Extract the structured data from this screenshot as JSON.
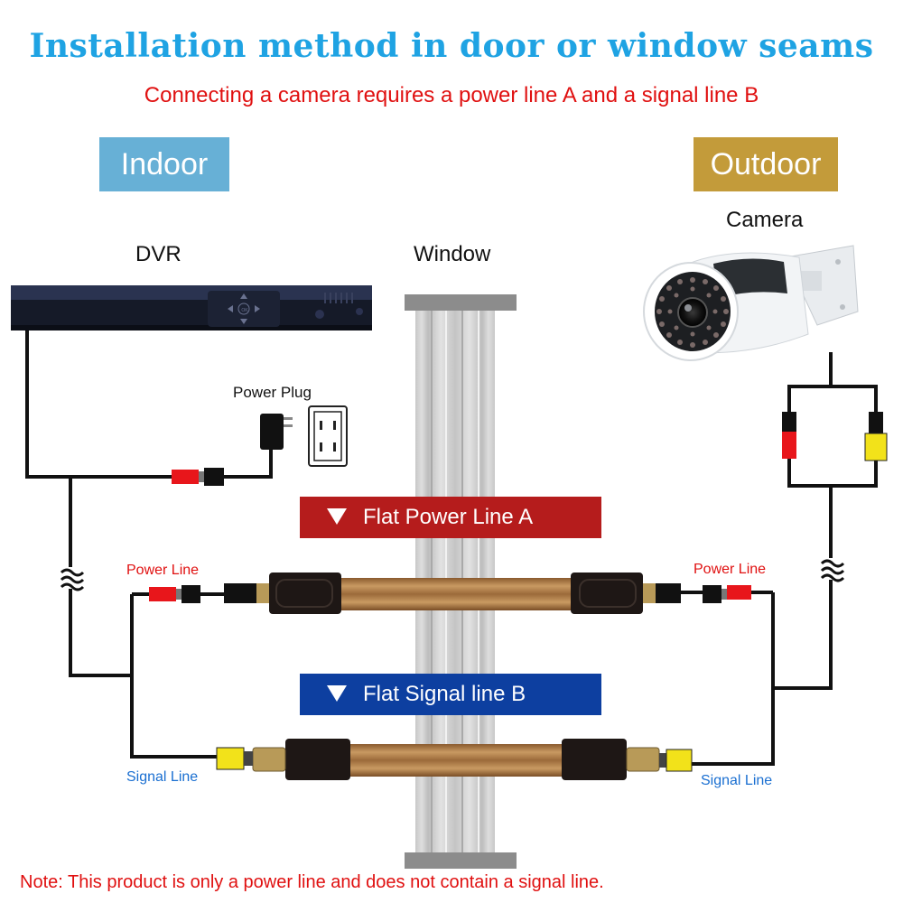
{
  "title": "Installation method in door or window seams",
  "subtitle": "Connecting a camera requires a power line A and a signal line B",
  "zones": {
    "indoor": "Indoor",
    "outdoor": "Outdoor"
  },
  "devices": {
    "dvr": "DVR",
    "window": "Window",
    "camera": "Camera",
    "power_plug": "Power Plug",
    "dvr_panel_ok": "OK"
  },
  "lines": {
    "flat_power": "Flat Power Line A",
    "flat_signal": "Flat Signal line B",
    "power_line_left": "Power Line",
    "power_line_right": "Power Line",
    "signal_line_left": "Signal Line",
    "signal_line_right": "Signal Line"
  },
  "note": "Note: This product is only a power line and does not contain a signal line.",
  "colors": {
    "title": "#1fa3e3",
    "subtitle": "#e01010",
    "indoor_bg": "#67b0d6",
    "outdoor_bg": "#c39b3a",
    "power_banner": "#b51c1c",
    "signal_banner": "#0d3fa0",
    "cable": "#b07a45",
    "power_connector": "#e8161b",
    "signal_connector": "#f2e21a"
  }
}
